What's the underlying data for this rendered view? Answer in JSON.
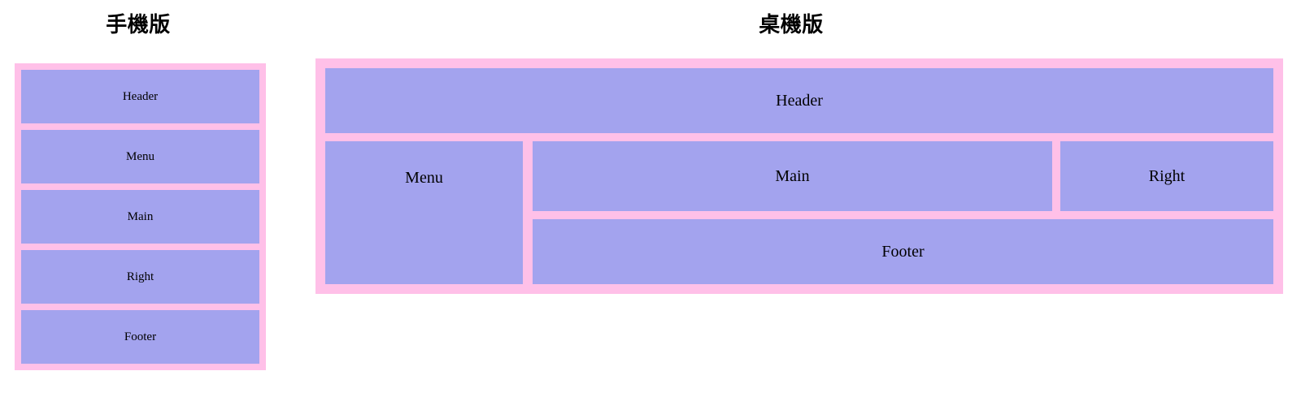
{
  "theme": {
    "page_background": "#ffffff",
    "container_color": "#ffc0e8",
    "block_color": "#a3a3ee",
    "text_color": "#000000"
  },
  "mobile": {
    "title": "手機版",
    "blocks": [
      {
        "label": "Header"
      },
      {
        "label": "Menu"
      },
      {
        "label": "Main"
      },
      {
        "label": "Right"
      },
      {
        "label": "Footer"
      }
    ]
  },
  "desktop": {
    "title": "桌機版",
    "blocks": {
      "header": "Header",
      "menu": "Menu",
      "main": "Main",
      "right": "Right",
      "footer": "Footer"
    }
  }
}
